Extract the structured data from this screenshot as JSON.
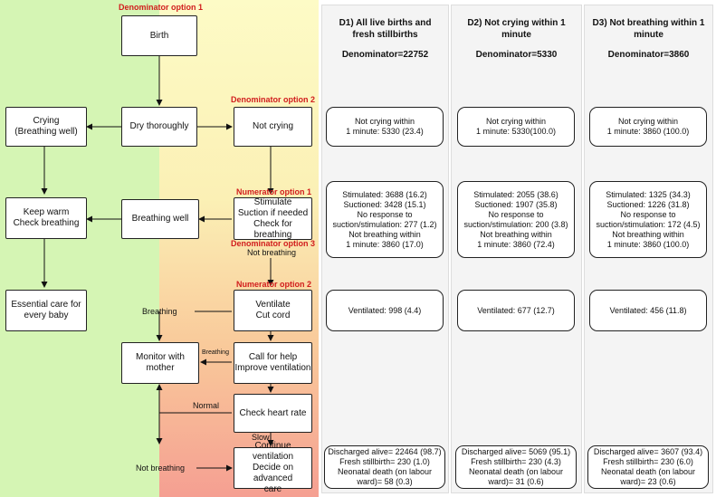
{
  "flow": {
    "birth": "Birth",
    "dry": "Dry thoroughly",
    "crying": "Crying\n(Breathing well)",
    "not_crying": "Not crying",
    "keep_warm": "Keep warm\nCheck breathing",
    "breathing_well": "Breathing well",
    "stimulate": "Stimulate\nSuction if needed\nCheck for breathing",
    "essential": "Essential care for\nevery baby",
    "ventilate": "Ventilate\nCut cord",
    "monitor": "Monitor with mother",
    "call_help": "Call for help\nImprove ventilation",
    "check_hr": "Check heart rate",
    "continue": "Continue ventilation\nDecide on advanced\ncare"
  },
  "options": {
    "den1": "Denominator option 1",
    "den2": "Denominator option 2",
    "num1": "Numerator option 1",
    "den3": "Denominator option 3",
    "num2": "Numerator option 2"
  },
  "edge_labels": {
    "not_breathing_top": "Not breathing",
    "breathing_left": "Breathing",
    "breathing_small": "Breathing",
    "normal": "Normal",
    "slow": "Slow",
    "not_breathing_bottom": "Not breathing"
  },
  "columns": [
    {
      "title": "D1) All live births and\nfresh stillbirths",
      "denominator": "Denominator=22752",
      "not_crying": "Not crying within\n1 minute: 5330 (23.4)",
      "stimulated": "Stimulated: 3688 (16.2)\nSuctioned: 3428 (15.1)\nNo response to\nsuction/stimulation: 277 (1.2)\nNot breathing within\n1 minute: 3860 (17.0)",
      "ventilated": "Ventilated: 998 (4.4)",
      "outcome": "Discharged alive= 22464 (98.7)\nFresh stillbirth= 230 (1.0)\nNeonatal death (on labour\nward)= 58 (0.3)"
    },
    {
      "title": "D2) Not crying within 1\nminute",
      "denominator": "Denominator=5330",
      "not_crying": "Not crying within\n1 minute: 5330(100.0)",
      "stimulated": "Stimulated: 2055 (38.6)\nSuctioned: 1907 (35.8)\nNo response to\nsuction/stimulation: 200 (3.8)\nNot breathing within\n1 minute: 3860 (72.4)",
      "ventilated": "Ventilated: 677 (12.7)",
      "outcome": "Discharged alive= 5069 (95.1)\nFresh stillbirth= 230 (4.3)\nNeonatal death (on labour\nward)= 31 (0.6)"
    },
    {
      "title": "D3) Not breathing within 1\nminute",
      "denominator": "Denominator=3860",
      "not_crying": "Not crying within\n1 minute: 3860 (100.0)",
      "stimulated": "Stimulated: 1325 (34.3)\nSuctioned: 1226 (31.8)\nNo response to\nsuction/stimulation: 172 (4.5)\nNot breathing within\n1 minute: 3860 (100.0)",
      "ventilated": "Ventilated: 456 (11.8)",
      "outcome": "Discharged alive= 3607 (93.4)\nFresh stillbirth= 230 (6.0)\nNeonatal death (on labour\nward)= 23 (0.6)"
    }
  ],
  "colors": {
    "green_zone": "#d5f5b4",
    "option_red": "#d11d1d",
    "column_bg": "#f4f4f4"
  }
}
